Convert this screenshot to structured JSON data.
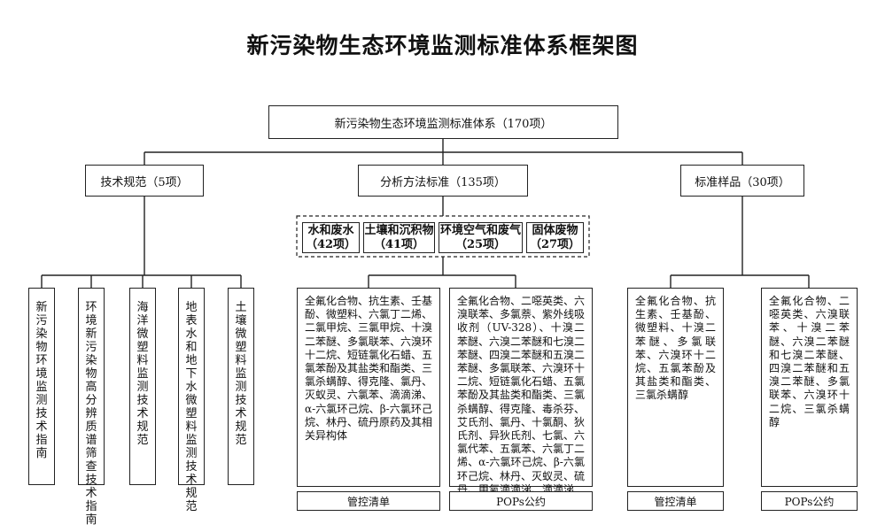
{
  "title": "新污染物生态环境监测标准体系框架图",
  "root": "新污染物生态环境监测标准体系（170项）",
  "level1": {
    "tech": "技术规范（5项）",
    "methods": "分析方法标准（135项）",
    "samples": "标准样品（30项）"
  },
  "tech_specs": [
    "新污染物环境监测技术指南",
    "环境新污染物高分辨质谱筛查技术指南",
    "海洋微塑料监测技术规范",
    "地表水和地下水微塑料监测技术规范",
    "土壤微塑料监测技术规范"
  ],
  "method_categories": [
    {
      "name": "水和废水",
      "count": "（42项）"
    },
    {
      "name": "土壤和沉积物",
      "count": "（41项）"
    },
    {
      "name": "环境空气和废气",
      "count": "（25项）"
    },
    {
      "name": "固体废物",
      "count": "（27项）"
    }
  ],
  "method_lists": [
    {
      "text": "全氟化合物、抗生素、壬基酚、微塑料、六氯丁二烯、二氯甲烷、三氯甲烷、十溴二苯醚、多氯联苯、六溴环十二烷、短链氯化石蜡、五氯苯酚及其盐类和酯类、三氯杀螨醇、得克隆、氯丹、灭蚁灵、六氯苯、滴滴涕、α-六氯环己烷、β-六氯环己烷、林丹、硫丹原药及其相关异构体",
      "footer": "管控清单"
    },
    {
      "text": "全氟化合物、二噁英类、六溴联苯、多氯萘、紫外线吸收剂（UV-328）、十溴二苯醚、六溴二苯醚和七溴二苯醚、四溴二苯醚和五溴二苯醚、多氯联苯、六溴环十二烷、短链氯化石蜡、五氯苯酚及其盐类和酯类、三氯杀螨醇、得克隆、毒杀芬、艾氏剂、氯丹、十氯酮、狄氏剂、异狄氏剂、七氯、六氯代苯、五氯苯、六氯丁二烯、α-六氯环己烷、β-六氯环己烷、林丹、灭蚁灵、硫丹、甲氧滴滴涕、滴滴涕",
      "footer": "POPs公约"
    }
  ],
  "sample_lists": [
    {
      "text": "全氟化合物、抗生素、壬基酚、微塑料、十溴二苯醚、多氯联苯、六溴环十二烷、五氯苯酚及其盐类和酯类、三氯杀螨醇",
      "footer": "管控清单"
    },
    {
      "text": "全氟化合物、二噁英类、六溴联苯、十溴二苯醚、六溴二苯醚和七溴二苯醚、四溴二苯醚和五溴二苯醚、多氯联苯、六溴环十二烷、三氯杀螨醇",
      "footer": "POPs公约"
    }
  ]
}
